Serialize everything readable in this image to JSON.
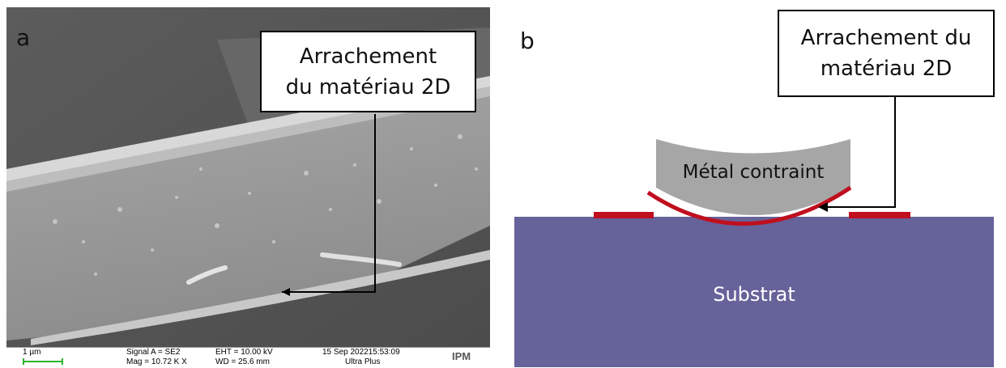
{
  "panel_a": {
    "letter": "a",
    "callout_line1": "Arrachement",
    "callout_line2": "du matériau 2D",
    "info_bar": {
      "scale": "1 µm",
      "signal": "Signal A = SE2",
      "mag": "Mag =  10.72 K X",
      "eht": "EHT = 10.00 kV",
      "wd": "WD = 25.6 mm",
      "date": "15 Sep 202215:53:09",
      "instrument": "Ultra Plus",
      "logo": "IPM"
    }
  },
  "panel_b": {
    "letter": "b",
    "callout_line1": "Arrachement du",
    "callout_line2": "matériau 2D",
    "metal_label": "Métal contraint",
    "substrate_label": "Substrat",
    "colors": {
      "substrate": "#66629a",
      "metal": "#a6a6a6",
      "film": "#c00f1e"
    }
  }
}
